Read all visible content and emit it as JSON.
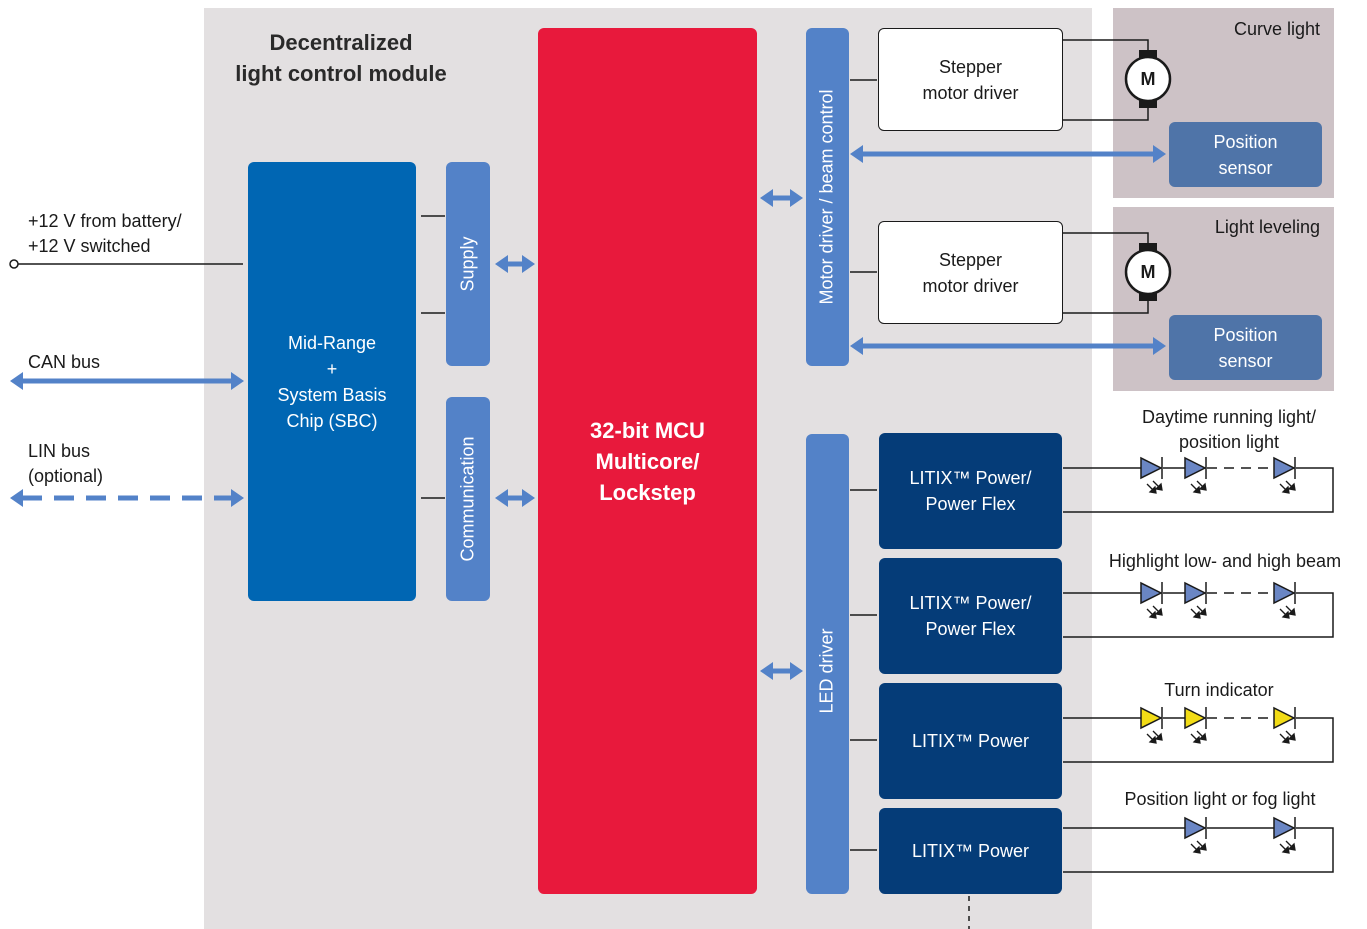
{
  "colors": {
    "module_bg": "#e3e0e1",
    "zone_bg": "#cdc2c6",
    "sbc": "#0066b3",
    "light_blue": "#5382c8",
    "mcu": "#e8193c",
    "litix": "#053c78",
    "sensor": "#4f74a8",
    "arrow": "#5382c8",
    "led_blue": "#6a86c4",
    "led_yellow": "#f2dc16"
  },
  "module_title": "Decentralized\nlight control module",
  "inputs": {
    "battery": "+12 V from battery/\n+12 V switched",
    "can": "CAN bus",
    "lin": "LIN bus\n(optional)"
  },
  "sbc_label": "Mid-Range\n+\nSystem Basis\nChip (SBC)",
  "supply_label": "Supply",
  "communication_label": "Communication",
  "mcu_label": "32-bit MCU\nMulticore/\nLockstep",
  "motor_driver_label": "Motor driver / beam control",
  "led_driver_label": "LED driver",
  "stepper_1": "Stepper\nmotor driver",
  "stepper_2": "Stepper\nmotor driver",
  "motor_symbol": "M",
  "sensor_1": "Position\nsensor",
  "sensor_2": "Position\nsensor",
  "zones": {
    "curve_light": "Curve light",
    "light_leveling": "Light leveling"
  },
  "litix": [
    "LITIX™ Power/\nPower Flex",
    "LITIX™ Power/\nPower Flex",
    "LITIX™ Power",
    "LITIX™ Power"
  ],
  "led_groups": {
    "drl": "Daytime running light/\nposition light",
    "highlight": "Highlight low- and high beam",
    "turn": "Turn indicator",
    "fog": "Position light or fog light"
  }
}
